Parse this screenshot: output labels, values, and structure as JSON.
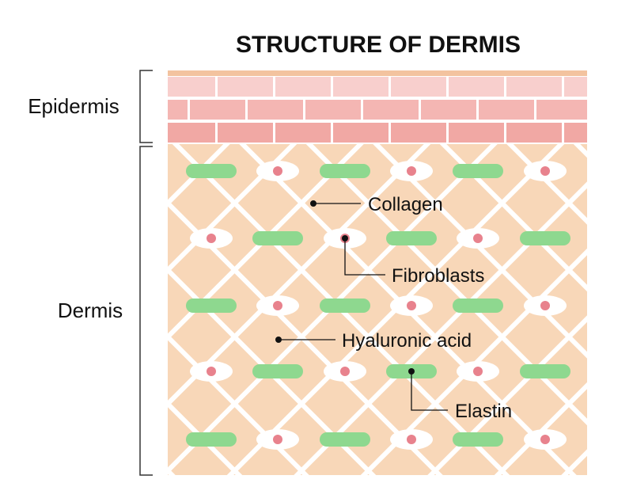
{
  "title": "STRUCTURE OF DERMIS",
  "layers": {
    "epidermis": "Epidermis",
    "dermis": "Dermis"
  },
  "callouts": {
    "collagen": "Collagen",
    "fibroblasts": "Fibroblasts",
    "hyaluronic_acid": "Hyaluronic acid",
    "elastin": "Elastin"
  },
  "colors": {
    "dermis_fill": "#f8d7b8",
    "epidermis_edge": "#f3c39f",
    "brick_light": "#f8cfcd",
    "brick_mid": "#f4b6b3",
    "brick_dark": "#f1a8a4",
    "mortar": "#ffffff",
    "collagen_fiber": "#ffffff",
    "elastin": "#8ed88f",
    "fibroblast_body": "#ffffff",
    "fibroblast_nucleus": "#e8828d",
    "bracket": "#333333",
    "leader": "#111111"
  }
}
